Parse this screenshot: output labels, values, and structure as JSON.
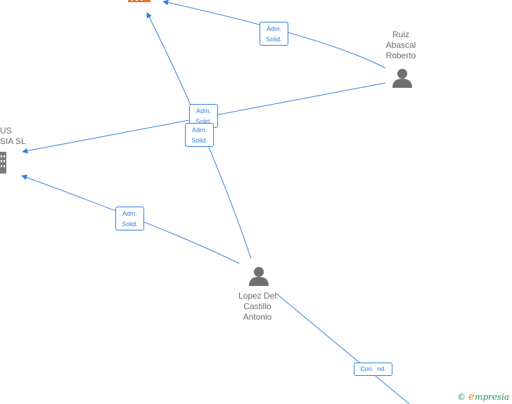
{
  "nodes": {
    "ruiz": {
      "label_lines": [
        "Ruiz",
        "Abascal",
        "Roberto"
      ]
    },
    "lopez": {
      "label_lines": [
        "Lopez Del",
        "Castillo",
        "Antonio"
      ]
    },
    "company_left": {
      "label_lines": [
        "US",
        "SIA SL"
      ]
    },
    "company_top": {
      "label_lines": []
    },
    "bottom_off": {
      "label_lines": []
    }
  },
  "edges": [
    {
      "id": "ruiz-to-top",
      "label_lines": [
        "Adm.",
        "Solid."
      ]
    },
    {
      "id": "ruiz-to-left",
      "label_lines": [
        "Adm.",
        "Solid."
      ]
    },
    {
      "id": "lopez-to-top",
      "label_lines": [
        "Adm.",
        "Solid."
      ]
    },
    {
      "id": "lopez-to-left",
      "label_lines": [
        "Adm.",
        "Solid."
      ]
    },
    {
      "id": "lopez-to-bottom",
      "label_lines": [
        "Con.  nd."
      ]
    }
  ],
  "watermark": {
    "copyright": "©",
    "brand_initial": "e",
    "brand_rest": "mpresia"
  },
  "colors": {
    "edge": "#2f7ed8",
    "person": "#6f6f6f",
    "company_highlight": "#f26b2a",
    "company": "#7a7a7a"
  }
}
